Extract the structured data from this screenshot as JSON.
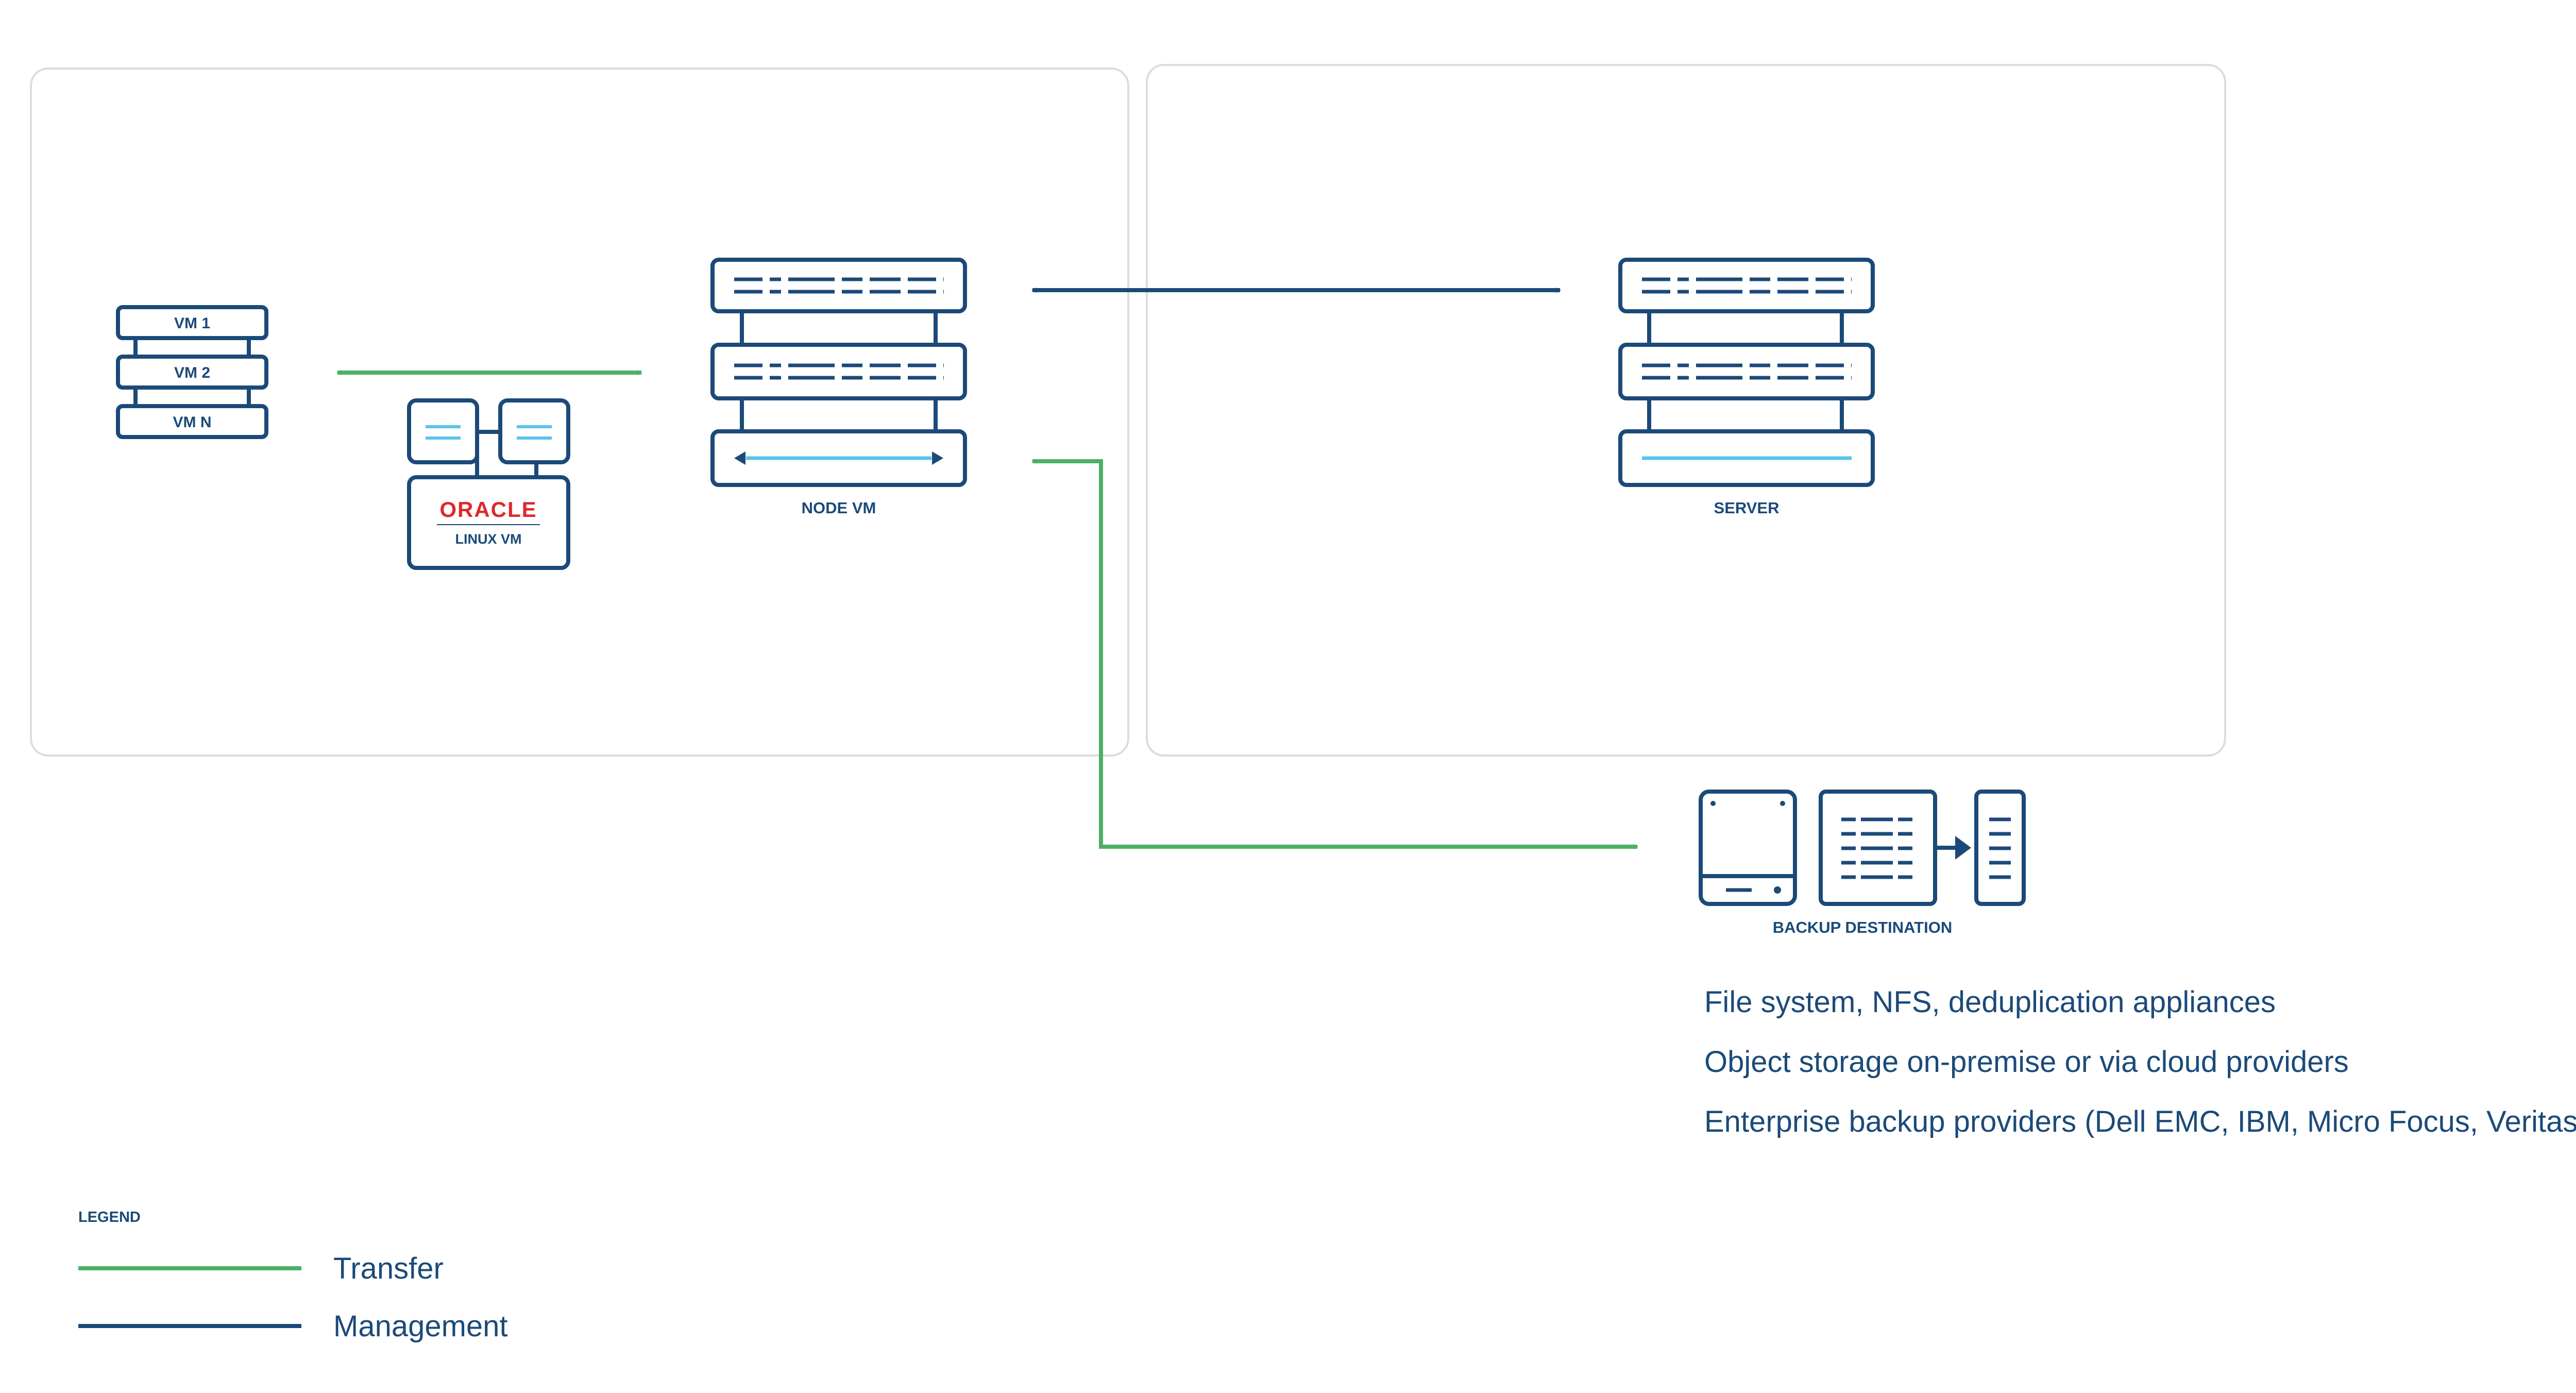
{
  "colors": {
    "dark_blue": "#1b4a79",
    "light_blue": "#5bc3ea",
    "green": "#4cb066",
    "panel_border": "#d9dde2",
    "oracle_red": "#e0272a"
  },
  "vm_stack": {
    "vm1": "VM 1",
    "vm2": "VM 2",
    "vmn": "VM N"
  },
  "oracle_vm": {
    "brand": "ORACLE",
    "sub": "LINUX VM"
  },
  "node_vm": {
    "label": "NODE VM"
  },
  "server": {
    "label": "SERVER"
  },
  "backup": {
    "label": "BACKUP DESTINATION",
    "lines": [
      "File system, NFS, deduplication appliances",
      "Object storage on-premise or via cloud providers",
      "Enterprise backup providers (Dell EMC, IBM, Micro Focus, Veritas)"
    ]
  },
  "legend": {
    "title": "LEGEND",
    "items": [
      {
        "label": "Transfer",
        "color": "#4cb066"
      },
      {
        "label": "Management",
        "color": "#1b4a79"
      }
    ]
  }
}
